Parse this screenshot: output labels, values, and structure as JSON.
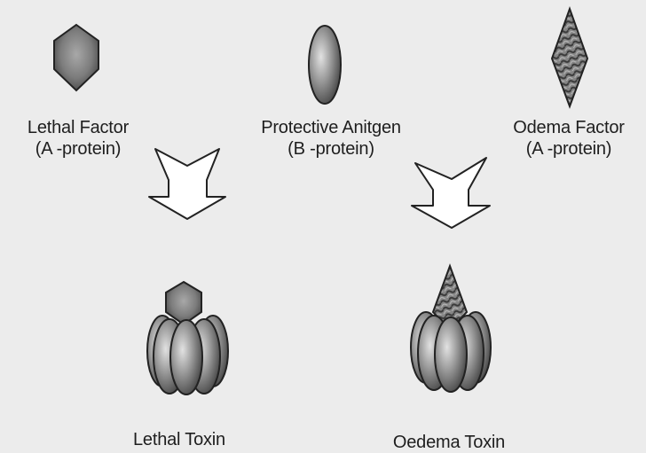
{
  "components": {
    "lethal_factor": {
      "name": "Lethal Factor",
      "type": "(A -protein)"
    },
    "protective_antigen": {
      "name": "Protective Anitgen",
      "type": "(B -protein)"
    },
    "odema_factor": {
      "name": "Odema Factor",
      "type": "(A -protein)"
    }
  },
  "toxins": {
    "lethal": "Lethal Toxin",
    "oedema": "Oedema Toxin"
  },
  "colors": {
    "background": "#ececec",
    "protein_fill": "#8a8a8a",
    "protein_stroke": "#2a2a2a",
    "arrow_fill": "#ffffff"
  }
}
